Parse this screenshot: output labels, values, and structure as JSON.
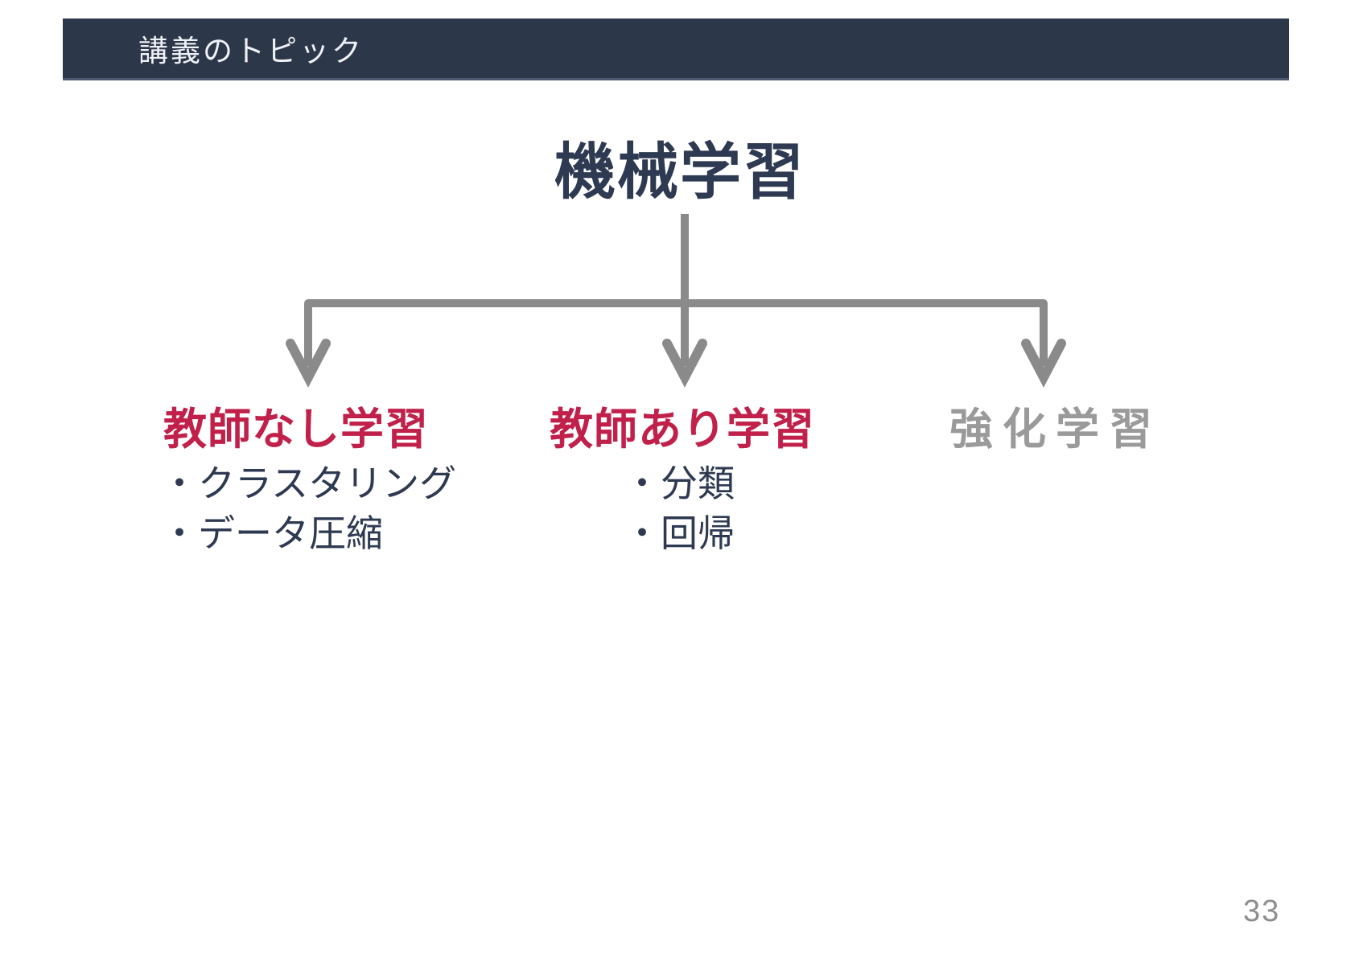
{
  "slide": {
    "header_title": "講義のトピック",
    "page_number": "33"
  },
  "diagram": {
    "type": "tree",
    "root_label": "機械学習",
    "children": [
      {
        "label": "教師なし学習",
        "emphasis": "red",
        "items": [
          "・クラスタリング",
          "・データ圧縮"
        ]
      },
      {
        "label": "教師あり学習",
        "emphasis": "red",
        "items": [
          "・分類",
          "・回帰"
        ]
      },
      {
        "label": "強化学習",
        "emphasis": "gray",
        "items": []
      }
    ]
  },
  "colors": {
    "header_bg": "#2d374a",
    "text_navy": "#2e3a52",
    "accent_red": "#c02049",
    "arrow_gray": "#8a8a8a",
    "muted_gray": "#9a9a9a"
  }
}
